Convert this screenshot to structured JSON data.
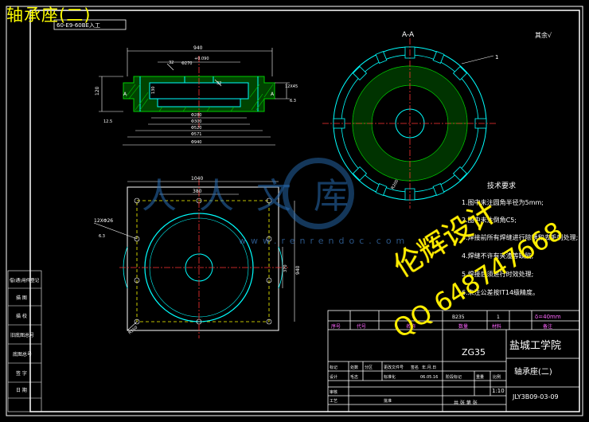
{
  "drawing": {
    "overlay_title": "轴承座(二)",
    "frame_label": "60-E9-60BE入工",
    "section_label": "A-A",
    "roughness_note": "其余",
    "part_callout": "1",
    "section_marker": "A"
  },
  "dims": {
    "top_width": "940",
    "top_fit": "Φ270",
    "top_tol": "+0.090",
    "top_angle": "32",
    "ring_d1": "Φ280",
    "ring_d2": "Φ300",
    "ring_d3": "Φ520",
    "ring_d4": "Φ571",
    "ring_d5": "Φ940",
    "height_left": "120",
    "height_right": "130",
    "chamfer": "12X45",
    "ra_left": "12.5",
    "ra_right": "6.3",
    "thread_hole": "12XΦ26",
    "plan_width": "1040",
    "plan_inner": "380",
    "plan_side": "940",
    "plan_center": "370",
    "plan_corner": "R350",
    "roughness_hole": "6.3",
    "section_rad": "R200"
  },
  "tech": {
    "heading": "技术要求",
    "items": [
      "1.图中未注圆角半径为5mm;",
      "2.图中未注倒角C5;",
      "3.焊接前所有焊缝进行除锈和去毛刺处理;",
      "4.焊缝不许有夹渣等缺陷;",
      "5.焊接后须进行时效处理;",
      "6.未注公差按IT14级精度。"
    ]
  },
  "titleblock": {
    "school": "盐城工学院",
    "part_name": "轴承座(二)",
    "material": "ZG35",
    "drawing_no": "JLY3B09-03-09",
    "scale": "1:10",
    "date": "06.05.16",
    "seq": "1",
    "part_code": "B235",
    "thickness": "δ=40mm",
    "label_mark": "标记",
    "label_count": "处数",
    "label_zone": "分区",
    "label_change": "更改文件号",
    "label_sign": "签名",
    "label_ymd": "年.月.日",
    "label_design": "设计",
    "label_std": "标准化",
    "label_stage": "阶段标记",
    "label_weight": "重量",
    "label_scale": "比例",
    "label_audit": "审核",
    "label_craft": "工艺",
    "label_approve": "批准",
    "label_sheets": "共 张 第 张",
    "label_seq": "序号",
    "label_code": "代号",
    "label_name": "名称",
    "label_qty": "数量",
    "label_mat": "材料",
    "label_note": "备注",
    "designer": "毛志"
  },
  "sidebar": {
    "rows": [
      "借(通)用件登记",
      "描 图",
      "描 校",
      "旧底图总号",
      "底图总号",
      "签 字",
      "日 期"
    ]
  },
  "watermark": {
    "brand": "人人文库",
    "url": "www.renrendoc.com",
    "stamp_line1": "伦辉设计",
    "stamp_line2": "QQ 648747668"
  },
  "colors": {
    "background": "#000000",
    "outline": "#ffffff",
    "contour": "#00ffff",
    "hatch": "#00cc00",
    "center": "#ff3333",
    "text_yellow": "#ffff00",
    "tb_label": "#ff66ff",
    "tb_text": "#ffffff"
  }
}
